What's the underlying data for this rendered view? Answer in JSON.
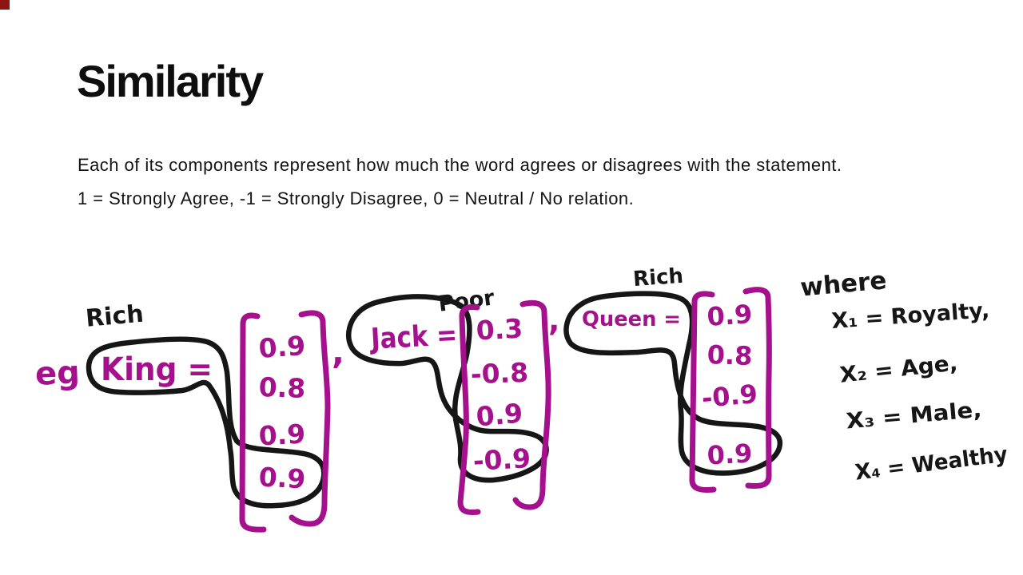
{
  "slide": {
    "title": "Similarity",
    "body_lines": [
      "Each of its components represent how much the word agrees or disagrees with the statement.",
      "1 = Strongly Agree, -1 = Strongly Disagree, 0 = Neutral / No relation."
    ]
  },
  "ink": {
    "colors": {
      "magenta": "#A5108C",
      "black": "#161616"
    },
    "eg_label": "eg",
    "examples": [
      {
        "id": "king",
        "annotation": "Rich",
        "word": "King =",
        "values": [
          "0.9",
          "0.8",
          "0.9",
          "0.9"
        ],
        "separator": ","
      },
      {
        "id": "jack",
        "annotation": "Poor",
        "word": "Jack =",
        "values": [
          "0.3",
          "-0.8",
          "0.9",
          "-0.9"
        ],
        "separator": ","
      },
      {
        "id": "queen",
        "annotation": "Rich",
        "word": "Queen =",
        "values": [
          "0.9",
          "0.8",
          "-0.9",
          "0.9"
        ],
        "separator": ""
      }
    ],
    "legend": {
      "label": "where",
      "definitions": [
        "X₁ = Royalty,",
        "X₂ = Age,",
        "X₃ = Male,",
        "X₄ = Wealthy"
      ]
    }
  },
  "corner_marker": {
    "color": "#8F1414"
  }
}
